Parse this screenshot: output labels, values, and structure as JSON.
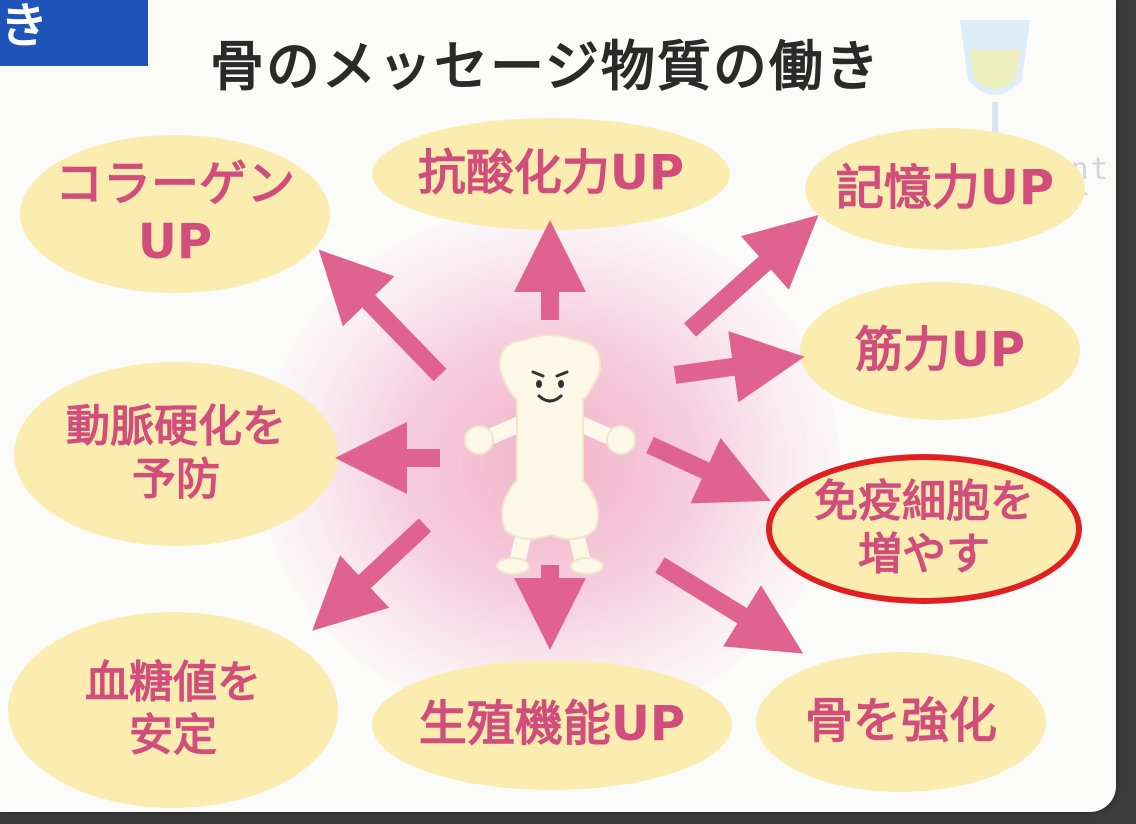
{
  "tab_fragment": "き",
  "title": "骨のメッセージ物質の働き",
  "watermark": {
    "line1": "supplement",
    "line2": "sommelier"
  },
  "bubbles": {
    "collagen": {
      "line1": "コラーゲン",
      "line2": "UP"
    },
    "antioxidant": {
      "line1": "抗酸化力UP"
    },
    "memory": {
      "line1": "記憶力UP"
    },
    "muscle": {
      "line1": "筋力UP"
    },
    "arteriosclerosis": {
      "line1": "動脈硬化を",
      "line2": "予防"
    },
    "immune": {
      "line1": "免疫細胞を",
      "line2": "増やす"
    },
    "bloodsugar": {
      "line1": "血糖値を",
      "line2": "安定"
    },
    "reproductive": {
      "line1": "生殖機能UP"
    },
    "bone": {
      "line1": "骨を強化"
    }
  },
  "colors": {
    "bubble": "#fbedb0",
    "text": "#d14d7c",
    "arrow": "#e0628e",
    "highlight": "#e02020",
    "tab": "#1f55b8"
  },
  "highlighted_item": "immune"
}
